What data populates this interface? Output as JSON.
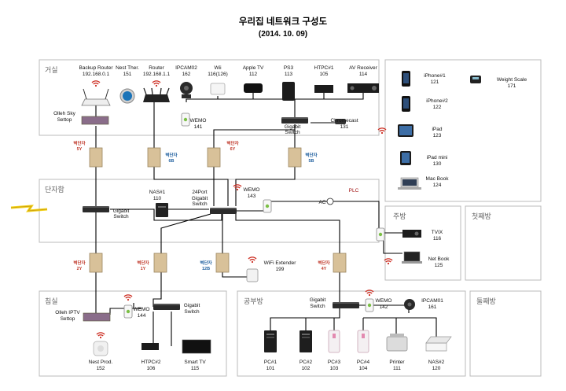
{
  "title": {
    "main": "우리집 네트워크 구성도",
    "date": "(2014. 10. 09)"
  },
  "rooms": {
    "living": "거실",
    "junction": "단자함",
    "master": "침실",
    "study": "공부방",
    "kitchen": "주방",
    "first_room": "첫째방",
    "second_room": "둘째방"
  },
  "living_devices": {
    "backup_router": {
      "name": "Backup Router",
      "sub": "192.168.0.1"
    },
    "nest": {
      "name": "Nest Ther.",
      "sub": "151"
    },
    "router": {
      "name": "Router",
      "sub": "192.168.1.1"
    },
    "ipcam02": {
      "name": "IPCAM02",
      "sub": "162"
    },
    "wii": {
      "name": "Wii",
      "sub": "116(126)"
    },
    "appletv": {
      "name": "Apple TV",
      "sub": "112"
    },
    "ps3": {
      "name": "PS3",
      "sub": "113"
    },
    "htpc1": {
      "name": "HTPC#1",
      "sub": "105"
    },
    "av": {
      "name": "AV Receiver",
      "sub": "114"
    },
    "olleh_sky": {
      "name": "Olleh Sky",
      "sub": "Settop"
    },
    "wemo141": {
      "name": "WEMO",
      "sub": "141"
    },
    "gigabit": {
      "name": "Gigabit",
      "sub": "Switch"
    },
    "chromecast": {
      "name": "Chromecast",
      "sub": "131"
    }
  },
  "jacks": {
    "j5y": {
      "label": "벽단자",
      "code": "5Y"
    },
    "j6b": {
      "label": "벽단자",
      "code": "6B"
    },
    "j6y": {
      "label": "벽단자",
      "code": "6Y"
    },
    "j5b": {
      "label": "벽단자",
      "code": "5B"
    },
    "j2y": {
      "label": "벽단자",
      "code": "2Y"
    },
    "j1y": {
      "label": "벽단자",
      "code": "1Y"
    },
    "j12b": {
      "label": "벽단자",
      "code": "12B"
    },
    "j4y": {
      "label": "벽단자",
      "code": "4Y"
    }
  },
  "junction_devices": {
    "gigabit": {
      "name": "Gigabit",
      "sub": "Switch"
    },
    "nas1": {
      "name": "NAS#1",
      "sub": "110"
    },
    "port24": {
      "name": "24Port",
      "sub": "Gigabit",
      "sub2": "Switch"
    },
    "wemo143": {
      "name": "WEMO",
      "sub": "143"
    },
    "ac": "AC",
    "plc": "PLC",
    "wifi_ext": {
      "name": "WiFi Extender",
      "sub": "199"
    }
  },
  "master_devices": {
    "olleh_iptv": {
      "name": "Olleh IPTV",
      "sub": "Settop"
    },
    "wemo144": {
      "name": "WEMO",
      "sub": "144"
    },
    "gigabit": {
      "name": "Gigabit",
      "sub": "Switch"
    },
    "nest_prod": {
      "name": "Nest Prod.",
      "sub": "152"
    },
    "htpc2": {
      "name": "HTPC#2",
      "sub": "106"
    },
    "smart_tv": {
      "name": "Smart TV",
      "sub": "115"
    }
  },
  "study_devices": {
    "gigabit": {
      "name": "Gigabit",
      "sub": "Switch"
    },
    "wemo142": {
      "name": "WEMO",
      "sub": "142"
    },
    "ipcam01": {
      "name": "IPCAM01",
      "sub": "161"
    },
    "pc1": {
      "name": "PC#1",
      "sub": "101"
    },
    "pc2": {
      "name": "PC#2",
      "sub": "102"
    },
    "pc3": {
      "name": "PC#3",
      "sub": "103"
    },
    "pc4": {
      "name": "PC#4",
      "sub": "104"
    },
    "printer": {
      "name": "Printer",
      "sub": "111"
    },
    "nas2": {
      "name": "NAS#2",
      "sub": "120"
    }
  },
  "kitchen_devices": {
    "tvix": {
      "name": "TVIX",
      "sub": "116"
    },
    "netbook": {
      "name": "Net Book",
      "sub": "125"
    }
  },
  "wireless_devices": {
    "iphone1": {
      "name": "iPhone#1",
      "sub": "121"
    },
    "iphone2": {
      "name": "iPhone#2",
      "sub": "122"
    },
    "ipad": {
      "name": "iPad",
      "sub": "123"
    },
    "ipadmini": {
      "name": "iPad mini",
      "sub": "130"
    },
    "macbook": {
      "name": "Mac Book",
      "sub": "124"
    },
    "weight": {
      "name": "Weight Scale",
      "sub": "171"
    }
  },
  "colors": {
    "jack_red": "#c0392b",
    "jack_blue": "#1f5f9f",
    "wifi_red": "#cc2b1f",
    "plc_red": "#a01010",
    "wall_plate": "#d8c199",
    "lightning": "#f2d21b"
  },
  "icons": [
    "wifi-icon",
    "router-icon",
    "switch-icon",
    "thermostat-icon",
    "camera-icon",
    "console-icon",
    "pc-icon",
    "phone-icon",
    "tablet-icon",
    "laptop-icon",
    "printer-icon",
    "nas-icon",
    "plug-icon",
    "tv-icon",
    "settop-icon",
    "lightning-icon"
  ]
}
